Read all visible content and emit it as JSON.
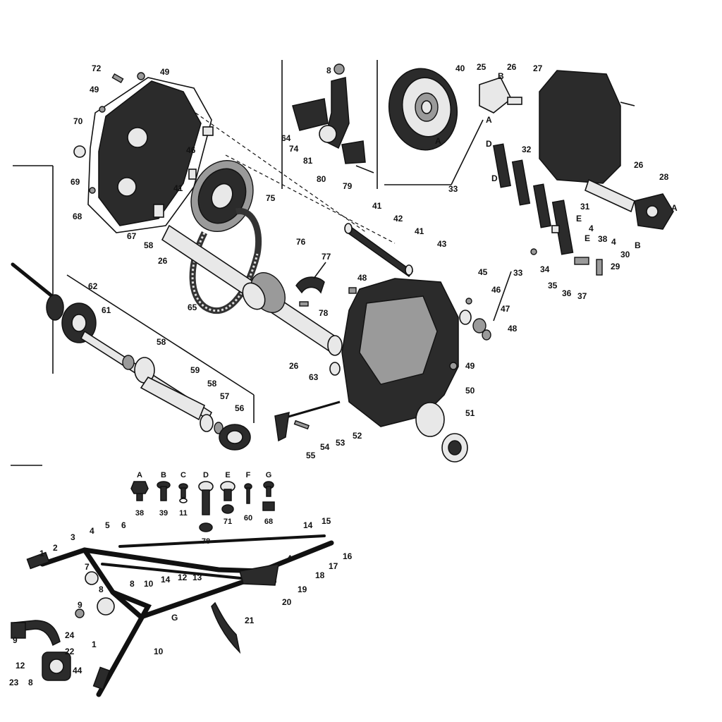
{
  "diagram": {
    "part_numbers": {
      "p72": "72",
      "p49a": "49",
      "p49b": "49",
      "p70": "70",
      "p69": "69",
      "p68": "68",
      "p67": "67",
      "p46a": "46",
      "p41a": "41",
      "p58a": "58",
      "p26a": "26",
      "p75": "75",
      "p8a": "8",
      "p64": "64",
      "p74": "74",
      "p81": "81",
      "p80": "80",
      "p79": "79",
      "p40": "40",
      "p25": "25",
      "p26b": "26",
      "p27": "27",
      "p33a": "33",
      "p32": "32",
      "p26c": "26",
      "p28": "28",
      "p31": "31",
      "p41b": "41",
      "p42": "42",
      "p41c": "41",
      "p43": "43",
      "p62": "62",
      "p61": "61",
      "p76": "76",
      "p77": "77",
      "p48a": "48",
      "p78": "78",
      "p65": "65",
      "p45": "45",
      "p46b": "46",
      "p47": "47",
      "p48b": "48",
      "p33b": "33",
      "p34": "34",
      "p35": "35",
      "p36": "36",
      "p37": "37",
      "p4a": "4",
      "p38a": "38",
      "p4b": "4",
      "p30": "30",
      "p29": "29",
      "p58b": "58",
      "p26d": "26",
      "p63": "63",
      "p49c": "49",
      "p59": "59",
      "p58c": "58",
      "p57": "57",
      "p56": "56",
      "p53": "53",
      "p52": "52",
      "p54": "54",
      "p55": "55",
      "p50": "50",
      "p51": "51",
      "b1a": "1",
      "b2": "2",
      "b3": "3",
      "b4a": "4",
      "b5": "5",
      "b6": "6",
      "b7": "7",
      "b8a": "8",
      "b8b": "8",
      "b9": "9",
      "b10a": "10",
      "b14a": "14",
      "b12a": "12",
      "b13": "13",
      "b14b": "14",
      "b15": "15",
      "b16": "16",
      "b17": "17",
      "b18": "18",
      "b4b": "4",
      "b19": "19",
      "b20": "20",
      "b21": "21",
      "b10b": "10",
      "b1b": "1",
      "b9b": "9",
      "b24": "24",
      "b22": "22",
      "b12b": "12",
      "b23": "23",
      "b44": "44",
      "b8c": "8"
    },
    "letter_labels": {
      "lA1": "A",
      "lB1": "B",
      "lD1": "D",
      "lD2": "D",
      "lE1": "E",
      "lE2": "E",
      "lA2": "A",
      "lB2": "B",
      "lA3": "A",
      "lG1": "G"
    },
    "hardware_legend": [
      {
        "letter": "A",
        "number": "38"
      },
      {
        "letter": "B",
        "number": "39"
      },
      {
        "letter": "C",
        "number": "11"
      },
      {
        "letter": "D",
        "number": "78"
      },
      {
        "letter": "E",
        "number": "71"
      },
      {
        "letter": "F",
        "number": "60"
      },
      {
        "letter": "G",
        "number": "68"
      }
    ]
  }
}
